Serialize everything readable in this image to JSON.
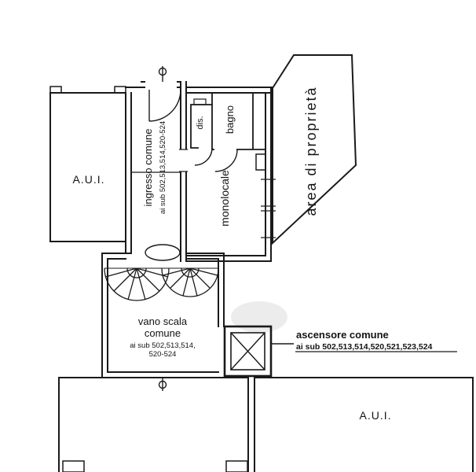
{
  "plan": {
    "units": {
      "aui_top_left": "A.U.I.",
      "aui_bottom_right": "A.U.I."
    },
    "rooms": {
      "ingresso": {
        "name": "ingresso comune",
        "sub": "ai sub 502,513,514,520-524"
      },
      "dis": {
        "name": "dis."
      },
      "bagno": {
        "name": "bagno"
      },
      "monolocale": {
        "name": "monolocale"
      },
      "area_proprieta": {
        "name": "area di proprietà"
      },
      "vano_scala": {
        "name_line1": "vano scala",
        "name_line2": "comune",
        "sub_line1": "ai sub 502,513,514,",
        "sub_line2": "520-524"
      },
      "ascensore": {
        "name": "ascensore comune",
        "sub": "ai sub 502,513,514,520,521,523,524"
      }
    },
    "colors": {
      "ink": "#1a1a1a",
      "paper": "#ffffff",
      "smudge": "#ececec"
    }
  }
}
